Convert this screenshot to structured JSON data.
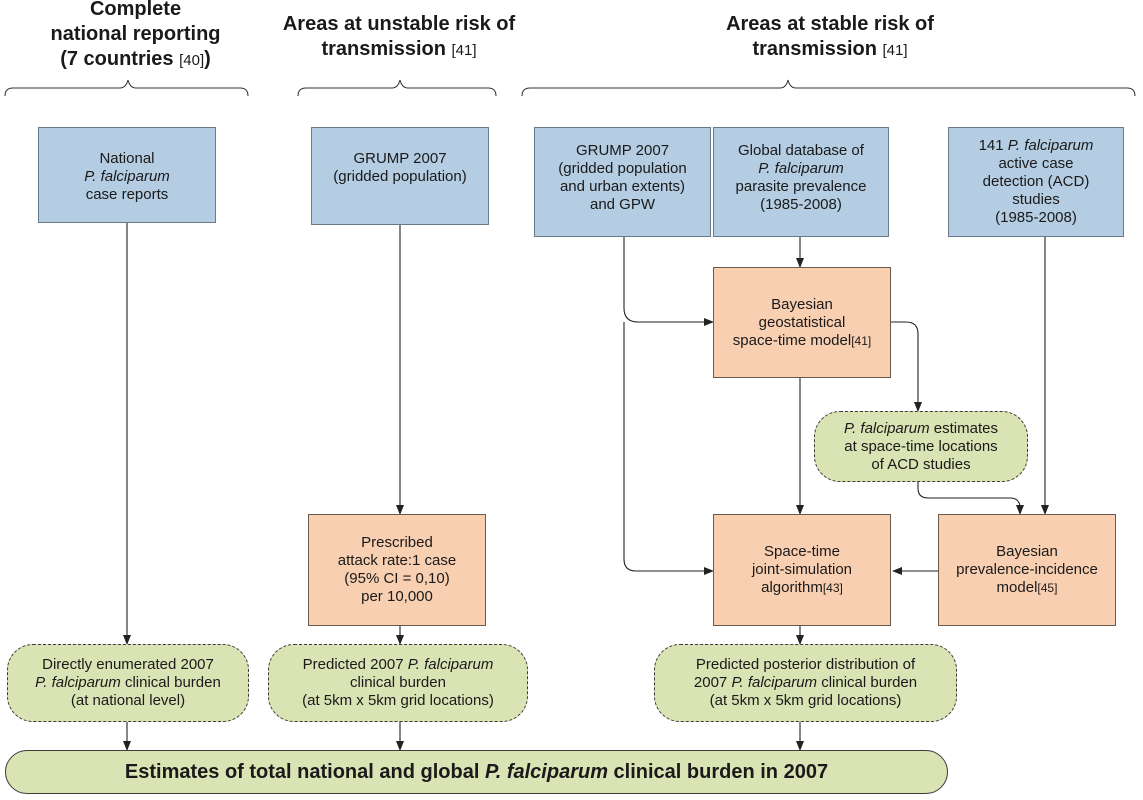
{
  "headers": {
    "complete": {
      "line1": "Complete",
      "line2": "national reporting",
      "line3": "(7 countries",
      "ref": "[40]",
      "close": ")"
    },
    "unstable": {
      "line1": "Areas at unstable risk of",
      "line2": "transmission",
      "ref": "[41]"
    },
    "stable": {
      "line1": "Areas at stable risk of",
      "line2": "transmission",
      "ref": "[41]"
    }
  },
  "boxes": {
    "national_reports": {
      "l1": "National",
      "l2": "P. falciparum",
      "l3": "case reports"
    },
    "grump_unstable": {
      "l1": "GRUMP 2007",
      "l2": "(gridded population)"
    },
    "grump_stable": {
      "l1": "GRUMP 2007",
      "l2": "(gridded population",
      "l3": "and urban extents)",
      "l4": "and GPW"
    },
    "global_db": {
      "l1": "Global database of",
      "l2": "P. falciparum",
      "l3": "parasite prevalence",
      "l4": "(1985-2008)"
    },
    "acd_studies": {
      "l1a": "141",
      "l1b": "P. falciparum",
      "l2": "active case",
      "l3": "detection (ACD)",
      "l4": "studies",
      "l5": "(1985-2008)"
    },
    "bayesian_geo": {
      "l1": "Bayesian",
      "l2": "geostatistical",
      "l3": "space-time model",
      "ref": "[41]"
    },
    "pf_estimates": {
      "l1a": "P. falciparum",
      "l1b": "estimates",
      "l2": "at space-time locations",
      "l3": "of ACD studies"
    },
    "attack_rate": {
      "l1": "Prescribed",
      "l2": "attack rate:1 case",
      "l3": "(95% CI = 0,10)",
      "l4": "per 10,000"
    },
    "joint_sim": {
      "l1": "Space-time",
      "l2": "joint-simulation",
      "l3": "algorithm",
      "ref": "[43]"
    },
    "prev_incidence": {
      "l1": "Bayesian",
      "l2": "prevalence-incidence",
      "l3": "model",
      "ref": "[45]"
    },
    "directly_enum": {
      "l1": "Directly enumerated 2007",
      "l2a": "P. falciparum",
      "l2b": "clinical burden",
      "l3": "(at national level)"
    },
    "predicted_unstable": {
      "l1a": "Predicted 2007",
      "l1b": "P. falciparum",
      "l2": "clinical burden",
      "l3": "(at 5km x 5km grid locations)"
    },
    "predicted_stable": {
      "l1": "Predicted posterior distribution of",
      "l2a": "2007",
      "l2b": "P. falciparum",
      "l2c": "clinical burden",
      "l3": "(at 5km x 5km grid locations)"
    },
    "final": {
      "a": "Estimates of total national and global",
      "b": "P. falciparum",
      "c": "clinical burden in 2007"
    }
  }
}
